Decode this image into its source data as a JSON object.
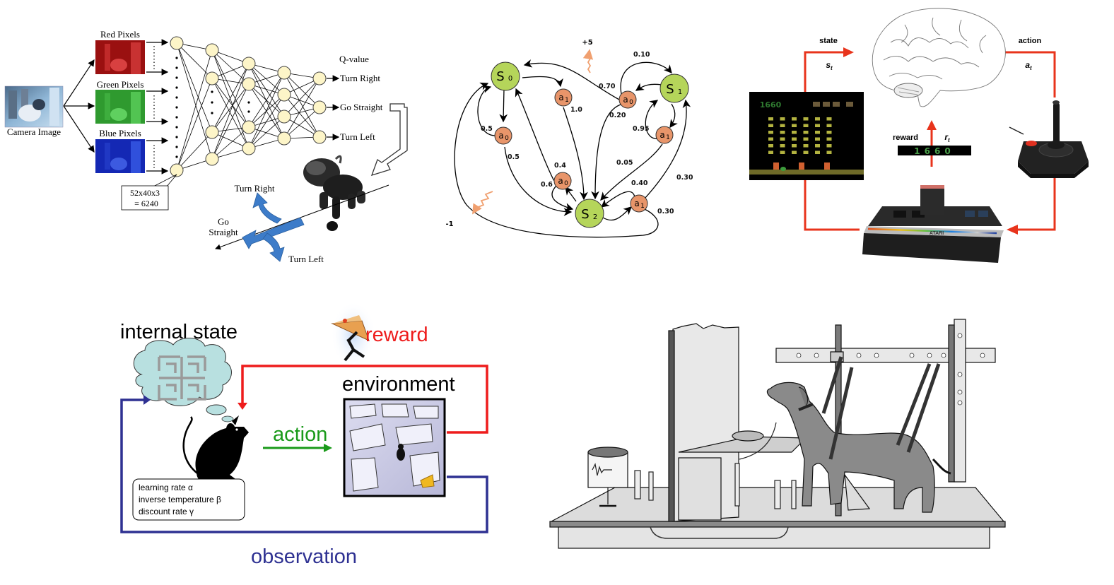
{
  "panels": {
    "neural_network": {
      "camera_label": "Camera Image",
      "channels": [
        {
          "label": "Red Pixels",
          "color": "#c81e1e"
        },
        {
          "label": "Green Pixels",
          "color": "#3cb43c"
        },
        {
          "label": "Blue Pixels",
          "color": "#1e3cd2"
        }
      ],
      "input_size_line1": "52x40x3",
      "input_size_line2": "= 6240",
      "output_header": "Q-value",
      "outputs": [
        "Turn Right",
        "Go Straight",
        "Turn Left"
      ],
      "robot_actions": {
        "right": "Turn Right",
        "straight_line1": "Go",
        "straight_line2": "Straight",
        "left": "Turn Left"
      },
      "node_color": "#fdf5c8",
      "arrow_color": "#3d7cc9"
    },
    "mdp": {
      "states": [
        "S",
        "S",
        "S"
      ],
      "state_subscripts": [
        "0",
        "1",
        "2"
      ],
      "action_label": "a",
      "action_subscripts": {
        "s0_a0": "0",
        "s0_a1": "1",
        "s1_a0": "0",
        "s1_a1": "1",
        "s2_a0": "0",
        "s2_a1": "1"
      },
      "probabilities": {
        "s0_a0_to_s0": "0.5",
        "s0_a0_to_s2": "0.5",
        "s0_a1_to_s2": "1.0",
        "s1_a0_to_s0": "0.70",
        "s1_a0_to_s1": "0.10",
        "s1_a0_to_s2": "0.20",
        "s1_a1_to_s1": "0.95",
        "s1_a1_to_s2": "0.05",
        "s2_a0_to_s0": "0.4",
        "s2_a0_to_s2": "0.6",
        "s2_a1_to_s2": "0.40",
        "s2_a1_to_s1": "0.30",
        "s2_a1_to_s0": "0.30"
      },
      "rewards": {
        "positive": "+5",
        "negative": "-1"
      },
      "state_color": "#b5d55a",
      "action_color": "#e8956a",
      "reward_color": "#f0a070"
    },
    "atari": {
      "state_label": "state",
      "state_symbol": "s",
      "state_subscript": "t",
      "action_label": "action",
      "action_symbol": "a",
      "action_subscript": "t",
      "reward_label": "reward",
      "reward_symbol": "r",
      "reward_subscript": "t",
      "score": "1660",
      "console_brand": "ATARI",
      "arrow_color": "#e8341c"
    },
    "rat_maze": {
      "internal_state_label": "internal state",
      "reward_label": "reward",
      "environment_label": "environment",
      "action_label": "action",
      "observation_label": "observation",
      "parameters": [
        "learning rate α",
        "inverse temperature β",
        "discount rate γ"
      ],
      "reward_color": "#ee1c1c",
      "action_color": "#1a9a1a",
      "observation_color": "#2e3192",
      "cloud_color": "#b8e0e0"
    },
    "pavlov": {
      "description": "Pavlov dog conditioning apparatus"
    }
  }
}
